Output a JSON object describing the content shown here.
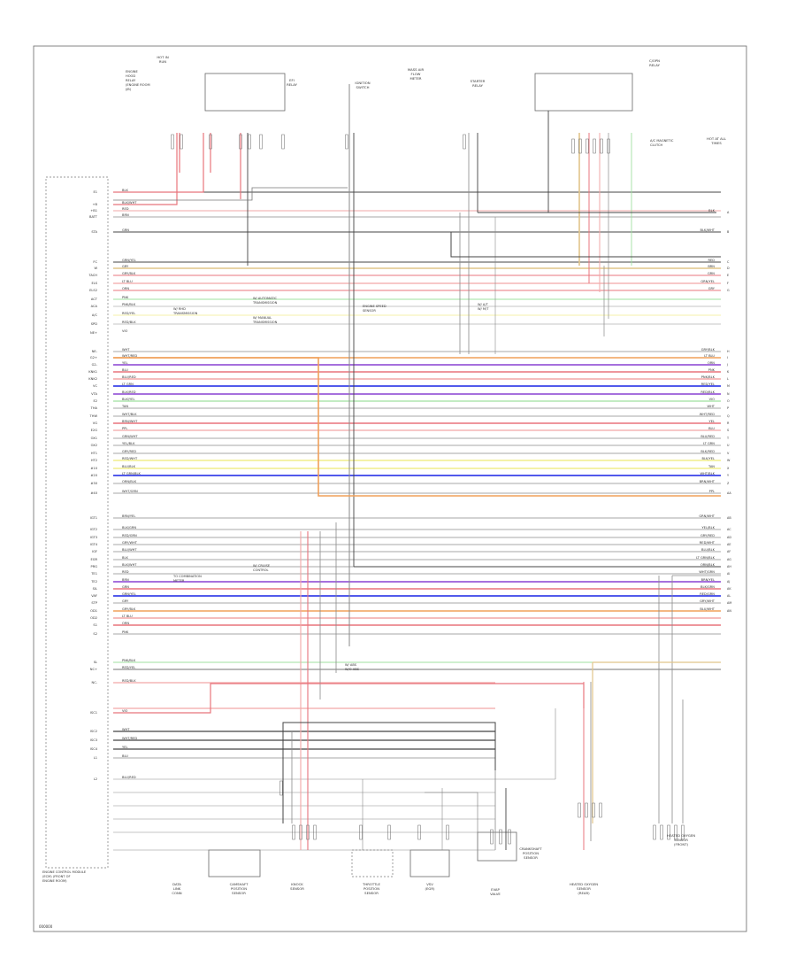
{
  "footer_code": "000000",
  "module_label": [
    "ENGINE CONTROL MODULE",
    "(ECM) (FRONT OF",
    "ENGINE ROOM)"
  ],
  "top_left_label": [
    "ENGINE",
    "HOOD",
    "RELAY",
    "(ENGINE ROOM",
    "J/B)"
  ],
  "components": [
    {
      "id": "main_relay",
      "lines": [
        "EFI",
        "RELAY"
      ]
    },
    {
      "id": "fuse_panel",
      "lines": [
        "HOT IN",
        "RUN"
      ]
    },
    {
      "id": "ignition_switch",
      "lines": [
        "IGNITION",
        "SWITCH"
      ]
    },
    {
      "id": "starter_relay",
      "lines": [
        "STARTER",
        "RELAY"
      ]
    },
    {
      "id": "c_opn_relay",
      "lines": [
        "C/OPN",
        "RELAY"
      ]
    },
    {
      "id": "hot_at_all_times",
      "lines": [
        "HOT AT ALL",
        "TIMES"
      ]
    },
    {
      "id": "data_link",
      "lines": [
        "DATA",
        "LINK",
        "CONN"
      ]
    },
    {
      "id": "crank_sensor",
      "lines": [
        "CAMSHAFT",
        "POSITION",
        "SENSOR"
      ]
    },
    {
      "id": "knock_sensor",
      "lines": [
        "KNOCK",
        "SENSOR"
      ]
    },
    {
      "id": "throttle_sensor",
      "lines": [
        "THROTTLE",
        "POSITION",
        "SENSOR"
      ]
    },
    {
      "id": "vsv",
      "lines": [
        "VSV",
        "(EGR)"
      ]
    },
    {
      "id": "evap_valve",
      "lines": [
        "EVAP",
        "VALVE"
      ]
    },
    {
      "id": "crankshaft_sensor",
      "lines": [
        "CRANKSHAFT",
        "POSITION",
        "SENSOR"
      ]
    },
    {
      "id": "heated_o2_rear",
      "lines": [
        "HEATED OXYGEN",
        "SENSOR",
        "(REAR)"
      ]
    },
    {
      "id": "heated_o2_front",
      "lines": [
        "HEATED OXYGEN",
        "SENSOR",
        "(FRONT)"
      ]
    },
    {
      "id": "air_flow_meter",
      "lines": [
        "MASS AIR",
        "FLOW",
        "METER"
      ]
    }
  ],
  "pin_labels": [
    "E1",
    "+B",
    "+B1",
    "BATT",
    "STA",
    "FC",
    "W",
    "TACH",
    "ELS",
    "ELS2",
    "ACT",
    "ACA",
    "A/C",
    "SPD",
    "NE+",
    "NE-",
    "G2+",
    "G2-",
    "KNK1",
    "KNK2",
    "VC",
    "VTA",
    "E2",
    "THA",
    "THW",
    "VG",
    "E2G",
    "OX1",
    "OX2",
    "HT1",
    "HT2",
    "#10",
    "#20",
    "#30",
    "#40",
    "IGT1",
    "IGT2",
    "IGT3",
    "IGT4",
    "IGF",
    "EGR",
    "PRG",
    "TE1",
    "TE2",
    "SIL",
    "VAF",
    "STP",
    "OD1",
    "OD2",
    "S1",
    "S2",
    "SL",
    "NC+",
    "NC-",
    "ISC1",
    "ISC2",
    "ISC3",
    "ISC4",
    "L1",
    "L2"
  ],
  "wire_labels": [
    "BLK",
    "BLK/WHT",
    "RED",
    "BRN",
    "GRN",
    "GRN/YEL",
    "GRY",
    "GRY/BLK",
    "LT BLU",
    "ORN",
    "PNK",
    "PNK/BLK",
    "RED/YEL",
    "RED/BLK",
    "VIO",
    "WHT",
    "WHT/RED",
    "YEL",
    "BLU",
    "BLU/RED",
    "LT GRN",
    "BLK/RED",
    "BLK/YEL",
    "TAN",
    "WHT/BLK",
    "BRN/WHT",
    "PPL",
    "GRN/WHT",
    "YEL/BLK",
    "GRY/RED",
    "RED/WHT",
    "BLU/BLK",
    "LT GRN/BLK",
    "ORN/BLK",
    "WHT/GRN",
    "BRN/YEL",
    "BLK/GRN",
    "RED/GRN",
    "GRY/WHT",
    "BLU/WHT"
  ],
  "connector_ids": [
    "A",
    "B",
    "C",
    "D",
    "E",
    "F",
    "G",
    "H",
    "I",
    "J",
    "K",
    "L",
    "M",
    "N",
    "O",
    "P",
    "Q",
    "R",
    "S",
    "T",
    "U",
    "V",
    "W",
    "X",
    "Y",
    "Z",
    "AA",
    "AB",
    "AC",
    "AD",
    "AE",
    "AF",
    "AG",
    "AH",
    "AI",
    "AJ",
    "AK",
    "AL",
    "AM",
    "AN"
  ],
  "notes": {
    "n1": [
      "W/ RHD",
      "TRANSMISSION"
    ],
    "n2": [
      "W/ AUTOMATIC",
      "TRANSMISSION"
    ],
    "n3": [
      "W/ MANUAL",
      "TRANSMISSION"
    ],
    "n4": [
      "ENGINE SPEED",
      "SENSOR"
    ],
    "n5": [
      "W/ A/T",
      "W/ M/T"
    ],
    "n6": [
      "TO COMBINATION",
      "METER"
    ],
    "n7": [
      "W/ CRUISE",
      "CONTROL"
    ],
    "n8": [
      "W/ ABS",
      "W/O ABS"
    ],
    "n9": [
      "A/C MAGNETIC",
      "CLUTCH"
    ]
  },
  "colors": {
    "red": "#e8747c",
    "pink": "#f2a7a7",
    "orange": "#f0a05a",
    "blue": "#3a42e8",
    "violet": "#9a5cd8",
    "green": "#9fe09f",
    "yellow": "#f1ee8c",
    "gray": "#8a8a8a",
    "dark": "#444444",
    "tan": "#e1c58a"
  }
}
